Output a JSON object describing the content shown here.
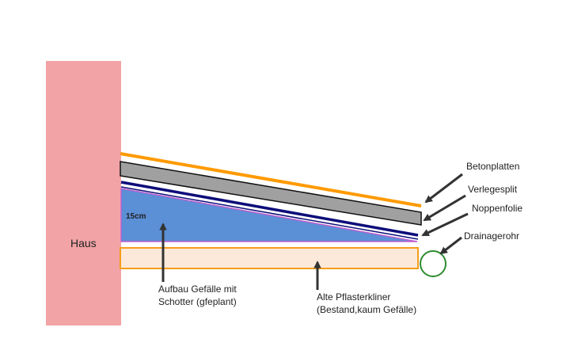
{
  "house": {
    "label": "Haus"
  },
  "layers": {
    "betonplatten": "Betonplatten",
    "verlegesplit": "Verlegesplit",
    "noppenfolie": "Noppenfolie",
    "drainagerohr": "Drainagerohr",
    "thickness": "15cm",
    "aufbau_line1": "Aufbau Gefälle mit",
    "aufbau_line2": "Schotter (gfeplant)",
    "pflaster_line1": "Alte Pflasterkliner",
    "pflaster_line2": "(Bestand,kaum Gefälle)"
  },
  "colors": {
    "house": "#f2a3a6",
    "beton": "#ff9a00",
    "split_fill": "#a0a0a0",
    "noppen": "#0d0d7a",
    "gravel": "#5b8fd6",
    "gravel_edge": "#c060d0",
    "pflaster_fill": "#fde9d9",
    "pflaster_edge": "#f59e1a",
    "drain": "#2e8b2e",
    "arrow": "#333333"
  }
}
